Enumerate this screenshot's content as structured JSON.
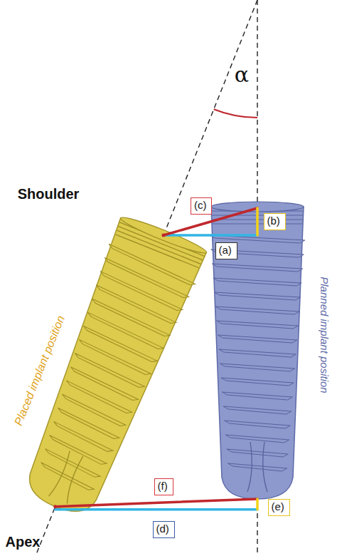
{
  "diagram": {
    "nodes": [
      {
        "text": [
          "(c)"
        ]
      },
      {
        "text": [
          "(b)"
        ]
      },
      {
        "text": [
          "(a)"
        ]
      },
      {
        "text": [
          "(f)"
        ]
      },
      {
        "text": [
          "(e)"
        ]
      },
      {
        "text": [
          "(d)"
        ]
      }
    ],
    "labels": [
      "α",
      "Shoulder",
      "Placed implant position",
      "Planned implant position",
      "Apex"
    ]
  }
}
